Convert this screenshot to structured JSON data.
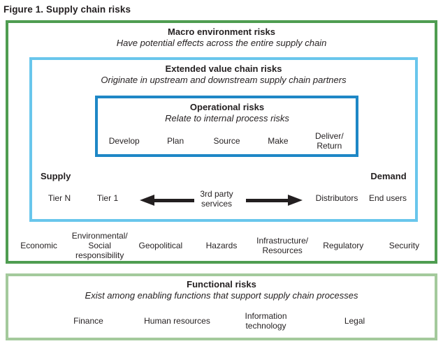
{
  "title": "Figure 1. Supply chain risks",
  "colors": {
    "green": "#4f9d51",
    "light_green": "#a4ca9c",
    "light_blue": "#69c6ec",
    "dark_blue": "#1e87c6",
    "text": "#231f20"
  },
  "macro": {
    "title": "Macro environment risks",
    "subtitle": "Have potential effects across the entire supply chain",
    "categories": [
      "Economic",
      "Environmental/\nSocial responsibility",
      "Geopolitical",
      "Hazards",
      "Infrastructure/\nResources",
      "Regulatory",
      "Security"
    ]
  },
  "extended": {
    "title": "Extended value chain risks",
    "subtitle": "Originate in upstream and downstream supply chain partners",
    "supply_label": "Supply",
    "demand_label": "Demand",
    "chain": {
      "tier_n": "Tier N",
      "tier_1": "Tier 1",
      "services": "3rd party\nservices",
      "distributors": "Distributors",
      "end_users": "End users"
    }
  },
  "operational": {
    "title": "Operational risks",
    "subtitle": "Relate to internal process risks",
    "items": [
      "Develop",
      "Plan",
      "Source",
      "Make",
      "Deliver/\nReturn"
    ]
  },
  "functional": {
    "title": "Functional risks",
    "subtitle": "Exist among enabling functions that support supply chain processes",
    "items": [
      "Finance",
      "Human resources",
      "Information\ntechnology",
      "Legal"
    ]
  }
}
